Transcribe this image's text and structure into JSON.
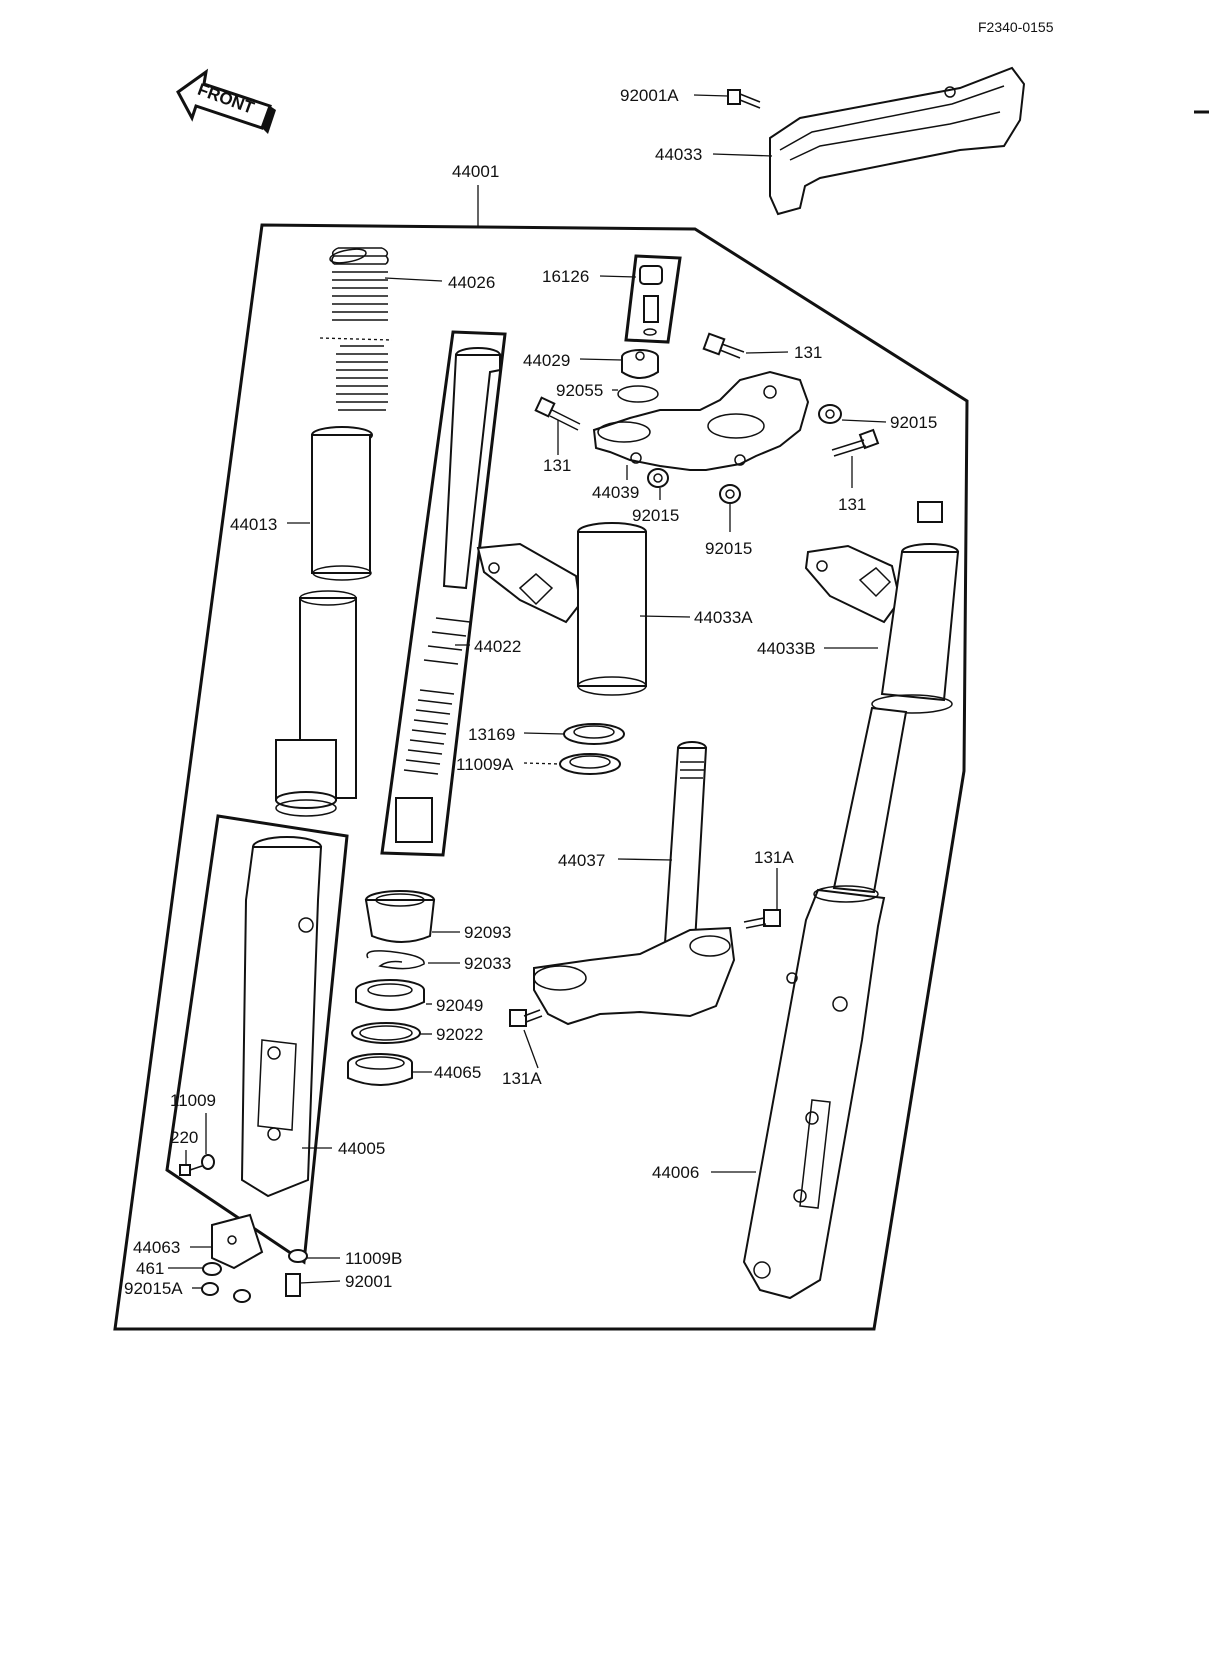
{
  "drawing_code": "F2340-0155",
  "front_arrow": {
    "label": "FRONT"
  },
  "parts": {
    "p92001A": "92001A",
    "p44033": "44033",
    "p44001": "44001",
    "p44026": "44026",
    "p16126": "16126",
    "p44029": "44029",
    "p131_a": "131",
    "p92055": "92055",
    "p92015_a": "92015",
    "p131_b": "131",
    "p44039": "44039",
    "p92015_b": "92015",
    "p131_c": "131",
    "p92015_c": "92015",
    "p44013": "44013",
    "p44033A": "44033A",
    "p44033B": "44033B",
    "p44022": "44022",
    "p13169": "13169",
    "p11009A": "11009A",
    "p44037": "44037",
    "p131A_a": "131A",
    "p92093": "92093",
    "p92033": "92033",
    "p92049": "92049",
    "p92022": "92022",
    "p131A_b": "131A",
    "p44065": "44065",
    "p11009": "11009",
    "p220": "220",
    "p44005": "44005",
    "p44006": "44006",
    "p44063": "44063",
    "p11009B": "11009B",
    "p461": "461",
    "p92015A": "92015A",
    "p92001": "92001"
  }
}
